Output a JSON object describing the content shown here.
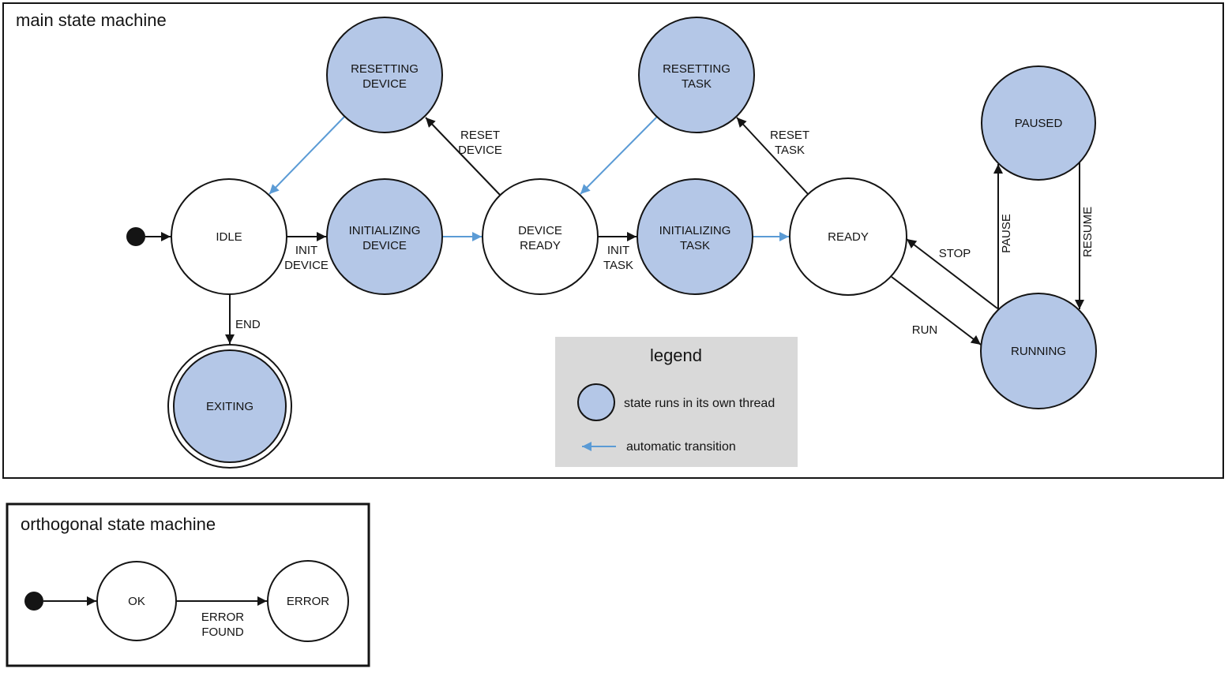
{
  "colors": {
    "thread_state_fill": "#b4c7e7",
    "auto_transition": "#5b9bd5",
    "legend_bg": "#d9d9d9",
    "outline": "#141414",
    "plain_state_fill": "#ffffff"
  },
  "main": {
    "title": "main state machine",
    "states": {
      "idle": {
        "label": "IDLE"
      },
      "resetting_device": {
        "line1": "RESETTING",
        "line2": "DEVICE"
      },
      "initializing_device": {
        "line1": "INITIALIZING",
        "line2": "DEVICE"
      },
      "device_ready": {
        "line1": "DEVICE",
        "line2": "READY"
      },
      "resetting_task": {
        "line1": "RESETTING",
        "line2": "TASK"
      },
      "initializing_task": {
        "line1": "INITIALIZING",
        "line2": "TASK"
      },
      "ready": {
        "label": "READY"
      },
      "paused": {
        "label": "PAUSED"
      },
      "running": {
        "label": "RUNNING"
      },
      "exiting": {
        "label": "EXITING"
      }
    },
    "transitions": {
      "init_device": {
        "line1": "INIT",
        "line2": "DEVICE"
      },
      "reset_device": {
        "line1": "RESET",
        "line2": "DEVICE"
      },
      "init_task": {
        "line1": "INIT",
        "line2": "TASK"
      },
      "reset_task": {
        "line1": "RESET",
        "line2": "TASK"
      },
      "run": "RUN",
      "stop": "STOP",
      "pause": "PAUSE",
      "resume": "RESUME",
      "end": "END"
    }
  },
  "legend": {
    "title": "legend",
    "thread_state": "state runs in its own thread",
    "automatic_transition": "automatic transition"
  },
  "orthogonal": {
    "title": "orthogonal state machine",
    "states": {
      "ok": {
        "label": "OK"
      },
      "error": {
        "label": "ERROR"
      }
    },
    "transitions": {
      "error_found": {
        "line1": "ERROR",
        "line2": "FOUND"
      }
    }
  }
}
